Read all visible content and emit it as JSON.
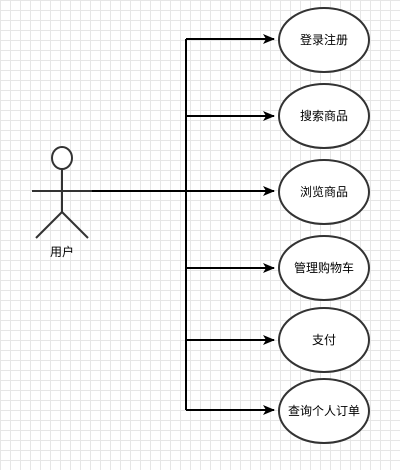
{
  "actor": {
    "label": "用户"
  },
  "use_cases": [
    {
      "label": "登录注册"
    },
    {
      "label": "搜索商品"
    },
    {
      "label": "浏览商品"
    },
    {
      "label": "管理购物车"
    },
    {
      "label": "支付"
    },
    {
      "label": "查询个人订单"
    }
  ],
  "colors": {
    "stroke": "#333333",
    "fill": "#ffffff",
    "grid": "#e6e6e6",
    "text": "#000000"
  }
}
